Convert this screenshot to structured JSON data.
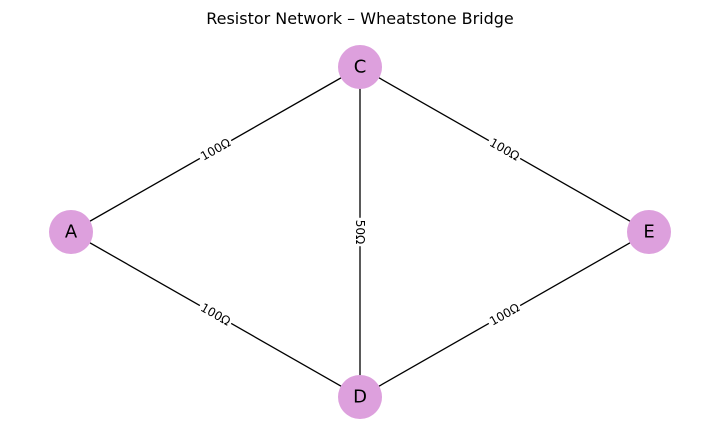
{
  "title": "Resistor Network – Wheatstone Bridge",
  "colors": {
    "node_fill": "#dda0dd",
    "edge": "#000000",
    "background": "#ffffff"
  },
  "nodes": [
    {
      "id": "A",
      "label": "A"
    },
    {
      "id": "C",
      "label": "C"
    },
    {
      "id": "D",
      "label": "D"
    },
    {
      "id": "E",
      "label": "E"
    }
  ],
  "edges": [
    {
      "from": "A",
      "to": "C",
      "label": "100Ω"
    },
    {
      "from": "A",
      "to": "D",
      "label": "100Ω"
    },
    {
      "from": "C",
      "to": "D",
      "label": "50Ω"
    },
    {
      "from": "C",
      "to": "E",
      "label": "100Ω"
    },
    {
      "from": "D",
      "to": "E",
      "label": "100Ω"
    }
  ]
}
